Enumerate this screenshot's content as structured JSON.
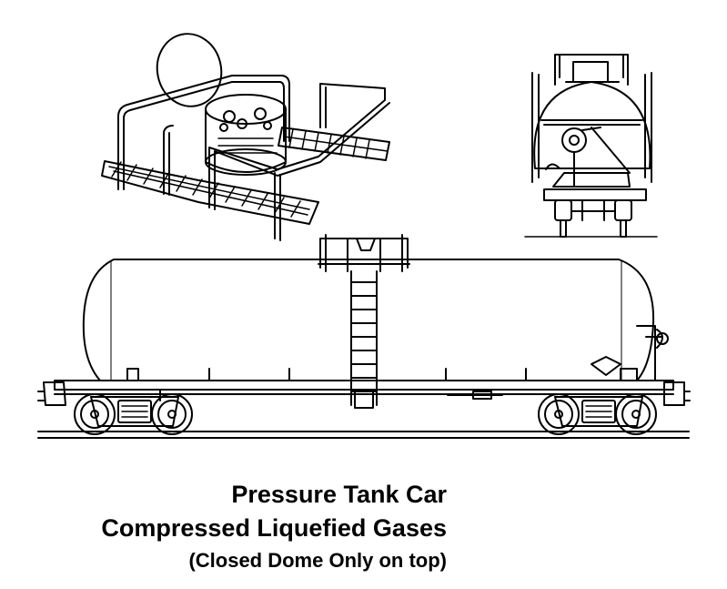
{
  "caption": {
    "title": "Pressure Tank Car",
    "subtitle": "Compressed Liquefied Gases",
    "note": "(Closed Dome Only on top)"
  },
  "colors": {
    "line": "#000000",
    "background": "#ffffff"
  },
  "views": [
    "dome-platform-detail",
    "end-view",
    "side-view"
  ]
}
